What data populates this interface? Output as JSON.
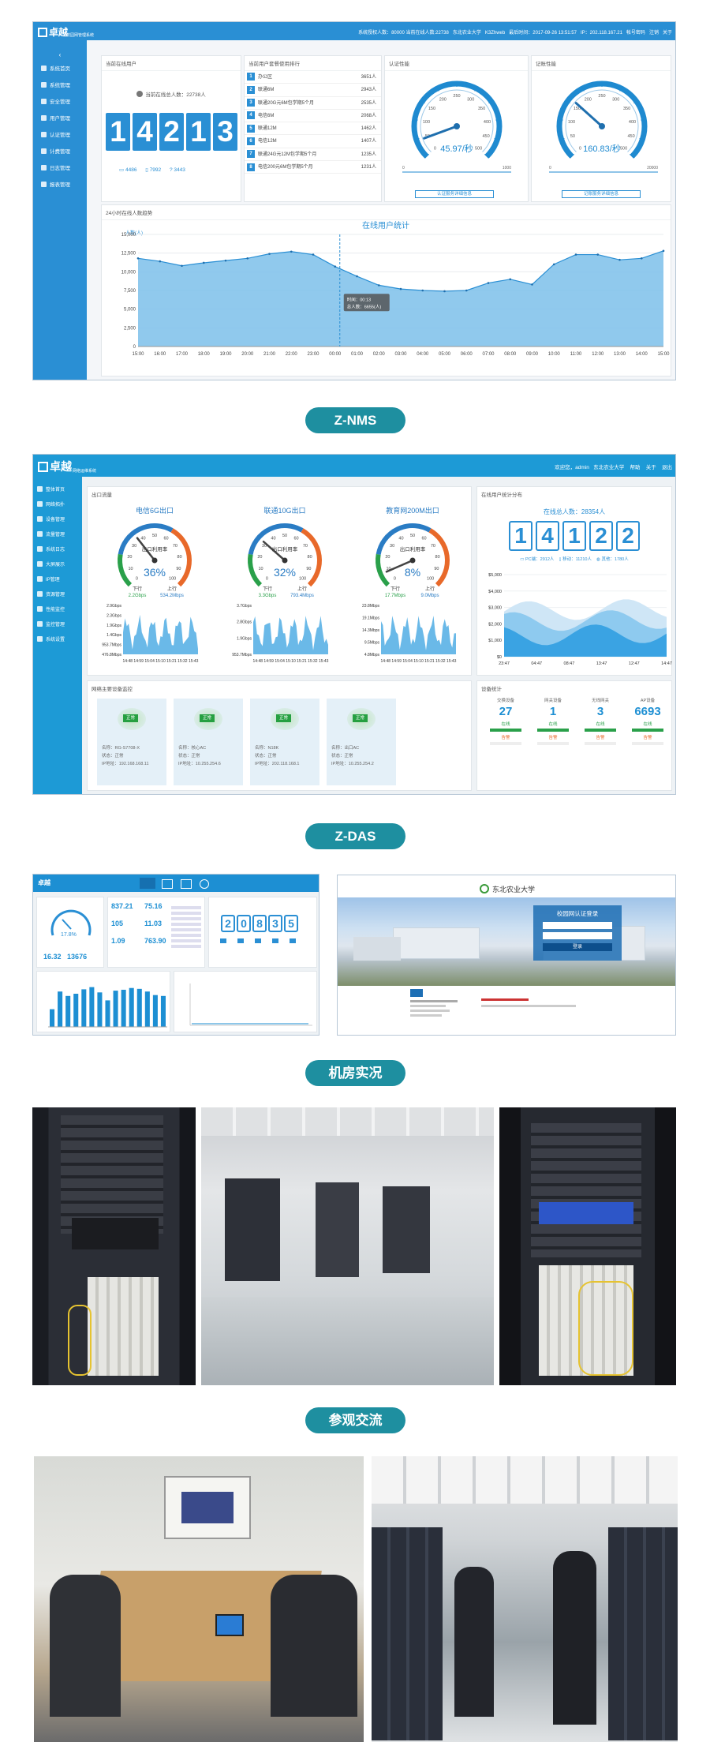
{
  "znms": {
    "brand": "卓越",
    "brand_sub": "校园网管理系统",
    "topbar": [
      "系统授权人数：80000 当前在线人数:22738",
      "东北农业大学",
      "K3Zhweb",
      "最后时间：2017-09-26 13:51:57",
      "IP：202.118.167.21",
      "帐号密码",
      "注销",
      "关于"
    ],
    "nav": [
      "系统首页",
      "系统管理",
      "安全管理",
      "用户管理",
      "认证管理",
      "计费管理",
      "日志管理",
      "报表管理"
    ],
    "panel_online_title": "当前在线用户",
    "total_label": "当前在线总人数：22738人",
    "digits": [
      "1",
      "4",
      "2",
      "1",
      "3"
    ],
    "stats": [
      "4486",
      "7992",
      "3443"
    ],
    "ranking_title": "当前用户套餐使用排行",
    "ranking": [
      {
        "n": "1",
        "name": "办公区",
        "v": "3651人"
      },
      {
        "n": "2",
        "name": "联通6M",
        "v": "2943人"
      },
      {
        "n": "3",
        "name": "联通20G元6M包学期5个月",
        "v": "2535人"
      },
      {
        "n": "4",
        "name": "电信6M",
        "v": "2068人"
      },
      {
        "n": "5",
        "name": "联通12M",
        "v": "1462人"
      },
      {
        "n": "6",
        "name": "电信12M",
        "v": "1407人"
      },
      {
        "n": "7",
        "name": "联通24G元12M包学期5个月",
        "v": "1235人"
      },
      {
        "n": "8",
        "name": "电信200元6M包学期5个月",
        "v": "1231人"
      }
    ],
    "auth_title": "认证性能",
    "auth_value": "45.97/秒",
    "auth_btn": "认证服务详细信息",
    "auth_gauge": {
      "value": 45.97,
      "max": 500,
      "ticks": [
        "0",
        "50",
        "100",
        "150",
        "200",
        "250",
        "300",
        "350",
        "400",
        "450",
        "500"
      ],
      "min_label": "0",
      "max_label": "1000"
    },
    "bill_title": "记账性能",
    "bill_value": "160.83/秒",
    "bill_btn": "记账服务详细信息",
    "bill_gauge": {
      "value": 160.83,
      "max": 500,
      "ticks": [
        "0",
        "50",
        "100",
        "150",
        "200",
        "250",
        "300",
        "350",
        "400",
        "450",
        "500"
      ],
      "min_label": "0",
      "max_label": "20000"
    },
    "trend_title": "24小时在线人数趋势",
    "chart_title": "在线用户统计"
  },
  "chart_data": {
    "type": "area",
    "title": "在线用户统计",
    "ylabel": "人数(人)",
    "ylim": [
      0,
      15000
    ],
    "yticks": [
      "0",
      "2,500",
      "5,000",
      "7,500",
      "10,000",
      "12,500",
      "15,000"
    ],
    "x": [
      "15:00",
      "16:00",
      "17:00",
      "18:00",
      "19:00",
      "20:00",
      "21:00",
      "22:00",
      "23:00",
      "00:00",
      "01:00",
      "02:00",
      "03:00",
      "04:00",
      "05:00",
      "06:00",
      "07:00",
      "08:00",
      "09:00",
      "10:00",
      "11:00",
      "12:00",
      "13:00",
      "14:00",
      "15:00"
    ],
    "series": [
      {
        "values": [
          11800,
          11400,
          10800,
          11200,
          11500,
          11800,
          12400,
          12700,
          12300,
          10700,
          9400,
          8200,
          7700,
          7500,
          7400,
          7500,
          8500,
          9000,
          8300,
          11000,
          12300,
          12300,
          11600,
          11800,
          12800
        ]
      }
    ],
    "tooltip": [
      "时间：00:13",
      "总人数：6655(人)"
    ]
  },
  "zdas": {
    "brand": "卓越",
    "brand_sub": "网络运维系统",
    "topbar": [
      "欢迎您，admin",
      "东北农业大学",
      "帮助",
      "关于",
      "退出"
    ],
    "nav": [
      "整体首页",
      "网络拓扑",
      "设备管理",
      "流量管理",
      "系统日志",
      "大屏展示",
      "IP管理",
      "资源管理",
      "性能监控",
      "监控管理",
      "系统设置"
    ],
    "export_title": "出口流量",
    "gauges": [
      {
        "name": "电信6G出口",
        "label": "出口利用率",
        "pct": "36%",
        "value": 36,
        "down": "2.2Gbps",
        "up": "534.2Mbps"
      },
      {
        "name": "联通10G出口",
        "label": "出口利用率",
        "pct": "32%",
        "value": 32,
        "down": "3.3Gbps",
        "up": "793.4Mbps"
      },
      {
        "name": "教育网200M出口",
        "label": "出口利用率",
        "pct": "8%",
        "value": 8,
        "down": "17.7Mbps",
        "up": "9.0Mbps"
      }
    ],
    "gauge_words": [
      "下行",
      "上行"
    ],
    "gauge_ticks": [
      "0",
      "10",
      "20",
      "30",
      "40",
      "50",
      "60",
      "70",
      "80",
      "90",
      "100"
    ],
    "mini_y": [
      [
        "2.9Gbps",
        "2.3Gbps",
        "1.9Gbps",
        "1.4Gbps",
        "953.7Mbps",
        "476.8Mbps"
      ],
      [
        "3.7Gbps",
        "2.8Gbps",
        "1.9Gbps",
        "953.7Mbps"
      ],
      [
        "23.8Mbps",
        "19.1Mbps",
        "14.3Mbps",
        "9.5Mbps",
        "4.8Mbps"
      ]
    ],
    "mini_x": [
      "14:48",
      "14:59",
      "15:04",
      "15:10",
      "15:21",
      "15:32",
      "15:43"
    ],
    "online_title": "在线用户统计分布",
    "online_total": "在线总人数：28354人",
    "digits": [
      "1",
      "4",
      "1",
      "2",
      "2"
    ],
    "online_stats": [
      "PC端：2912人",
      "移动：11210人",
      "其他：1780人"
    ],
    "area_y": [
      "$5,000",
      "$4,000",
      "$3,000",
      "$2,000",
      "$1,000",
      "$0"
    ],
    "area_x": [
      "23:47",
      "04:47",
      "08:47",
      "13:47",
      "12:47",
      "14:47"
    ],
    "devices_title": "网络主要设备监控",
    "devices": [
      {
        "status": "正常",
        "name": "名称：RG-S7708-X",
        "state": "状态：正常",
        "ip": "IP地址：192.168.168.11"
      },
      {
        "status": "正常",
        "name": "名称：核心AC",
        "state": "状态：正常",
        "ip": "IP地址：10.255.254.6"
      },
      {
        "status": "正常",
        "name": "名称：N18K",
        "state": "状态：正常",
        "ip": "IP地址：202.118.168.1"
      },
      {
        "status": "正常",
        "name": "名称：出口AC",
        "state": "状态：正常",
        "ip": "IP地址：10.255.254.2"
      }
    ],
    "device_stats_title": "设备统计",
    "device_stats": [
      {
        "label": "交换设备",
        "value": "27"
      },
      {
        "label": "网关设备",
        "value": "1"
      },
      {
        "label": "无线网关",
        "value": "3"
      },
      {
        "label": "AP设备",
        "value": "6693"
      }
    ],
    "device_sub": [
      "在线",
      "告警"
    ]
  },
  "mini_dash": {
    "brand": "卓越",
    "nums": [
      "837.21",
      "75.16",
      "105",
      "11.03",
      "1.09",
      "763.90"
    ],
    "pct": "17.8%",
    "gauge_vals": [
      "16.32",
      "13676"
    ],
    "digits": [
      "2",
      "0",
      "8",
      "3",
      "5"
    ],
    "bars": [
      40,
      80,
      70,
      75,
      85,
      90,
      78,
      60,
      82,
      84,
      88,
      86,
      80,
      72,
      70
    ]
  },
  "portal": {
    "school": "东北农业大学",
    "login_title": "校园网认证登录",
    "login_btn": "登录"
  },
  "sections": {
    "znms": "Z-NMS",
    "zdas": "Z-DAS",
    "room": "机房实况",
    "visit": "参观交流"
  }
}
